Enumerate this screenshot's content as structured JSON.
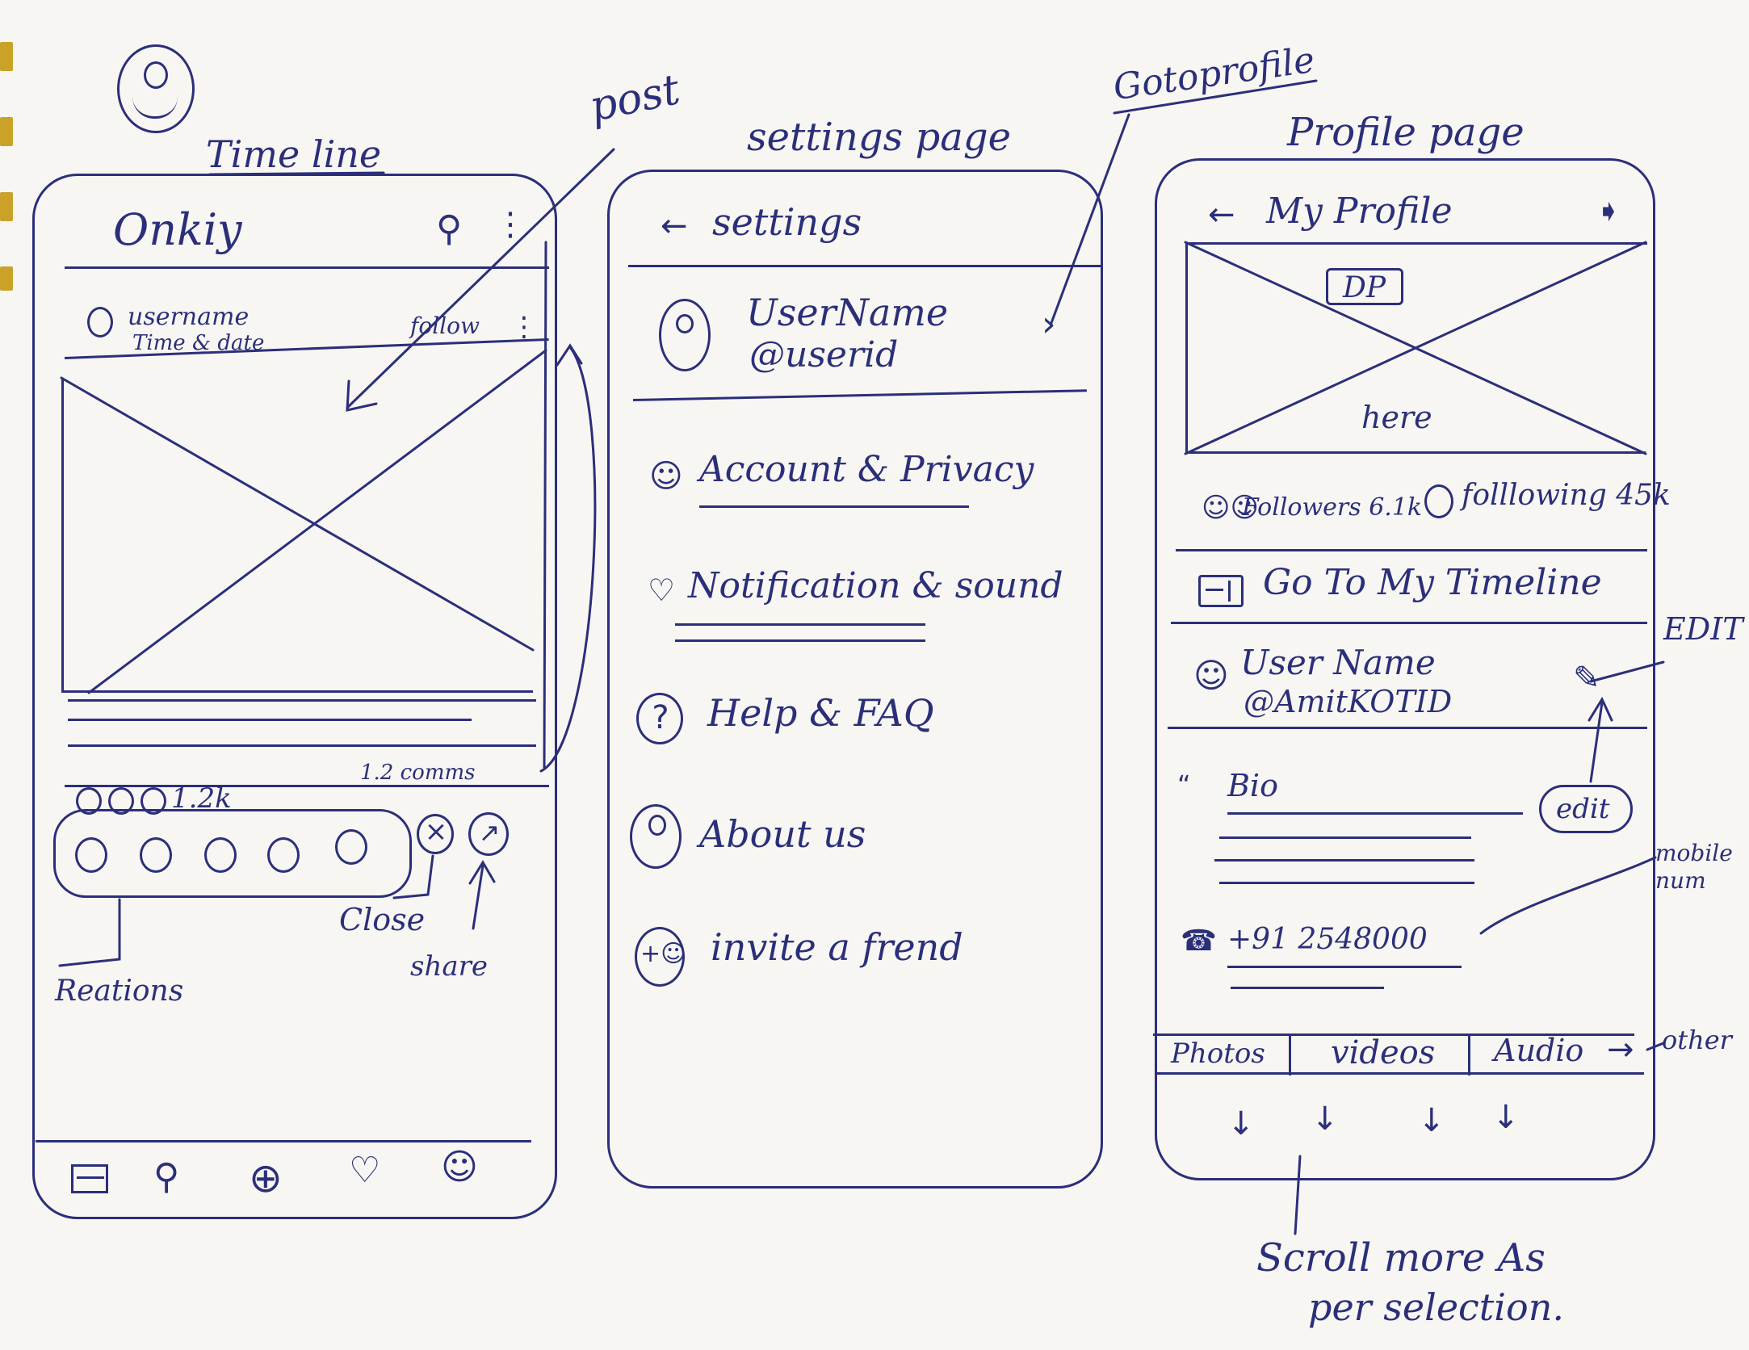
{
  "timeline": {
    "title": "Time line",
    "app_name": "Onkiy",
    "post_username": "username",
    "post_time": "Time & date",
    "follow": "follow",
    "stats": "1.2k",
    "comments": "1.2 comms",
    "note_post": "post",
    "note_close": "Close",
    "note_share": "share",
    "note_reactions": "Reations"
  },
  "settings": {
    "title": "settings page",
    "header": "settings",
    "username": "UserName",
    "userid": "@userid",
    "items": [
      {
        "label": "Account & Privacy"
      },
      {
        "label": "Notification & sound"
      },
      {
        "label": "Help & FAQ"
      },
      {
        "label": "About us"
      },
      {
        "label": "invite a frend"
      }
    ],
    "note_goto": "Gotoprofile"
  },
  "profile": {
    "title": "Profile page",
    "header": "My Profile",
    "dp": "DP",
    "here": "here",
    "followers": "Followers 6.1k",
    "following": "folllowing 45k",
    "goto_timeline": "Go To My Timeline",
    "username": "User Name",
    "userid": "@AmitKOTID",
    "bio": "Bio",
    "phone": "+91 2548000",
    "tabs": [
      {
        "label": "Photos"
      },
      {
        "label": "videos"
      },
      {
        "label": "Audio"
      }
    ],
    "note_edit_upper": "EDIT",
    "note_edit": "edit",
    "note_mobile": "mobile num",
    "note_other": "other",
    "note_scroll_1": "Scroll more As",
    "note_scroll_2": "per selection."
  }
}
